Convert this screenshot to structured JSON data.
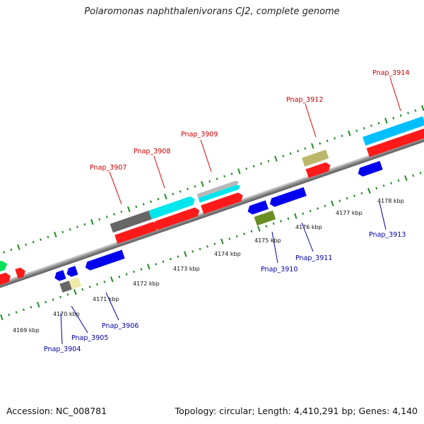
{
  "title": "Polaromonas naphthalenivorans CJ2, complete genome",
  "footer": {
    "accession": "Accession: NC_008781",
    "summary": "Topology: circular; Length: 4,410,291 bp; Genes: 4,140"
  },
  "colors": {
    "forward_label": "#cc0000",
    "reverse_label": "#0000aa",
    "tick": "#228b22",
    "backbone": "#8a8a8a"
  },
  "scale_labels": [
    "4169 kbp",
    "4170 kbp",
    "4171 kbp",
    "4172 kbp",
    "4173 kbp",
    "4174 kbp",
    "4175 kbp",
    "4176 kbp",
    "4177 kbp",
    "4178 kbp"
  ],
  "forward_genes": [
    {
      "label": "Pnap_3907",
      "color": "#666666"
    },
    {
      "label": "Pnap_3908",
      "color": "#00e5ee"
    },
    {
      "label": "Pnap_3909",
      "color": "#b8b8b8"
    },
    {
      "label": "Pnap_3912",
      "color": "#bdb76b"
    },
    {
      "label": "Pnap_3914",
      "color": "#00bfff"
    }
  ],
  "reverse_genes": [
    {
      "label": "Pnap_3904",
      "color": "#666666"
    },
    {
      "label": "Pnap_3905",
      "color": "#eee8aa"
    },
    {
      "label": "Pnap_3906",
      "color": "#0000ee"
    },
    {
      "label": "Pnap_3910",
      "color": "#0000ee"
    },
    {
      "label": "Pnap_3911",
      "color": "#6b8e23"
    },
    {
      "label": "Pnap_3913",
      "color": "#0000ee"
    }
  ]
}
